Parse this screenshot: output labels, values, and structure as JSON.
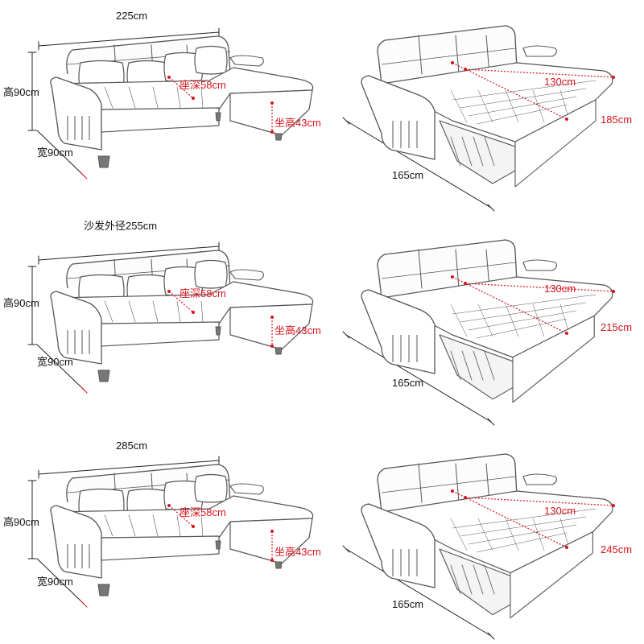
{
  "colors": {
    "line": "#222222",
    "dimension": "#d8141e",
    "sketch": "#555555"
  },
  "rows": [
    {
      "sofa": {
        "length": "225cm",
        "height": "高90cm",
        "width": "宽90cm",
        "seat_depth": "座深58cm",
        "seat_height": "坐高43cm"
      },
      "bed": {
        "width": "130cm",
        "length": "185cm",
        "base": "165cm"
      }
    },
    {
      "sofa": {
        "length": "沙发外径255cm",
        "height": "高90cm",
        "width": "宽90cm",
        "seat_depth": "座深58cm",
        "seat_height": "坐高43cm"
      },
      "bed": {
        "width": "130cm",
        "length": "215cm",
        "base": "165cm"
      }
    },
    {
      "sofa": {
        "length": "285cm",
        "height": "高90cm",
        "width": "宽90cm",
        "seat_depth": "座深58cm",
        "seat_height": "坐高43cm"
      },
      "bed": {
        "width": "130cm",
        "length": "245cm",
        "base": "165cm"
      }
    }
  ]
}
